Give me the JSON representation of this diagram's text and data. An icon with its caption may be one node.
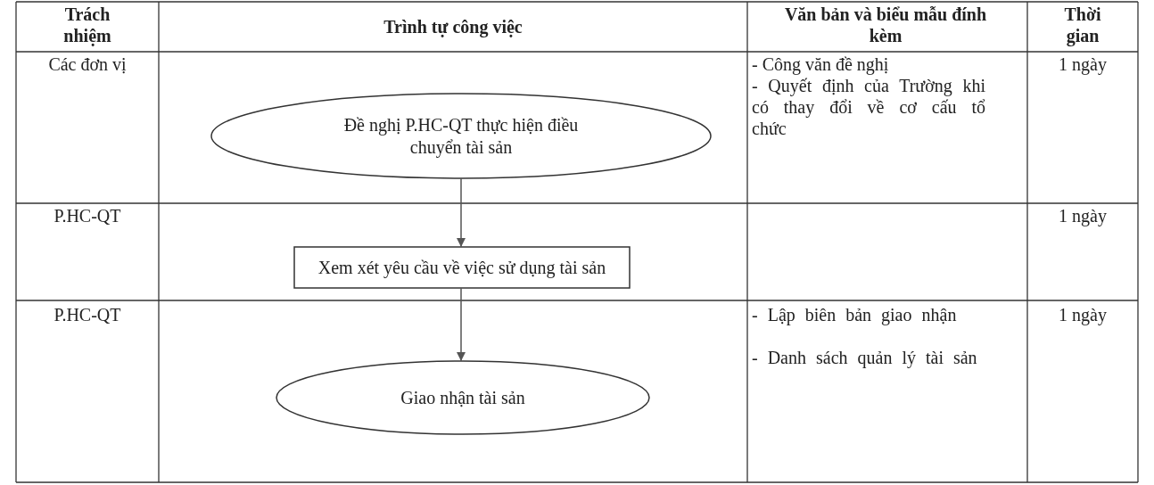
{
  "diagram": {
    "nodes": [
      {
        "text": [
          "Đề nghị P.HC-QT thực hiện điều chuyển tài sản"
        ]
      },
      {
        "text": [
          "Xem xét yêu cầu về việc sử dụng tài sản"
        ]
      },
      {
        "text": [
          "Giao nhận tài sản"
        ]
      }
    ],
    "edges": [
      {
        "from": 0,
        "to": 1,
        "arrow": "to"
      },
      {
        "from": 1,
        "to": 2,
        "arrow": "to"
      }
    ],
    "labels": [
      "Trách nhiệm",
      "Trình tự công việc",
      "Văn bản và biểu mẫu đính kèm",
      "Thời gian",
      "Các đơn vị",
      "- Công văn đề nghị",
      "- Quyết định của Trường khi có thay đổi về cơ cấu tổ chức",
      "1 ngày",
      "P.HC-QT",
      "1 ngày",
      "P.HC-QT",
      "- Lập biên bản giao nhận",
      "- Danh sách quản lý tài sản",
      "1 ngày"
    ]
  }
}
